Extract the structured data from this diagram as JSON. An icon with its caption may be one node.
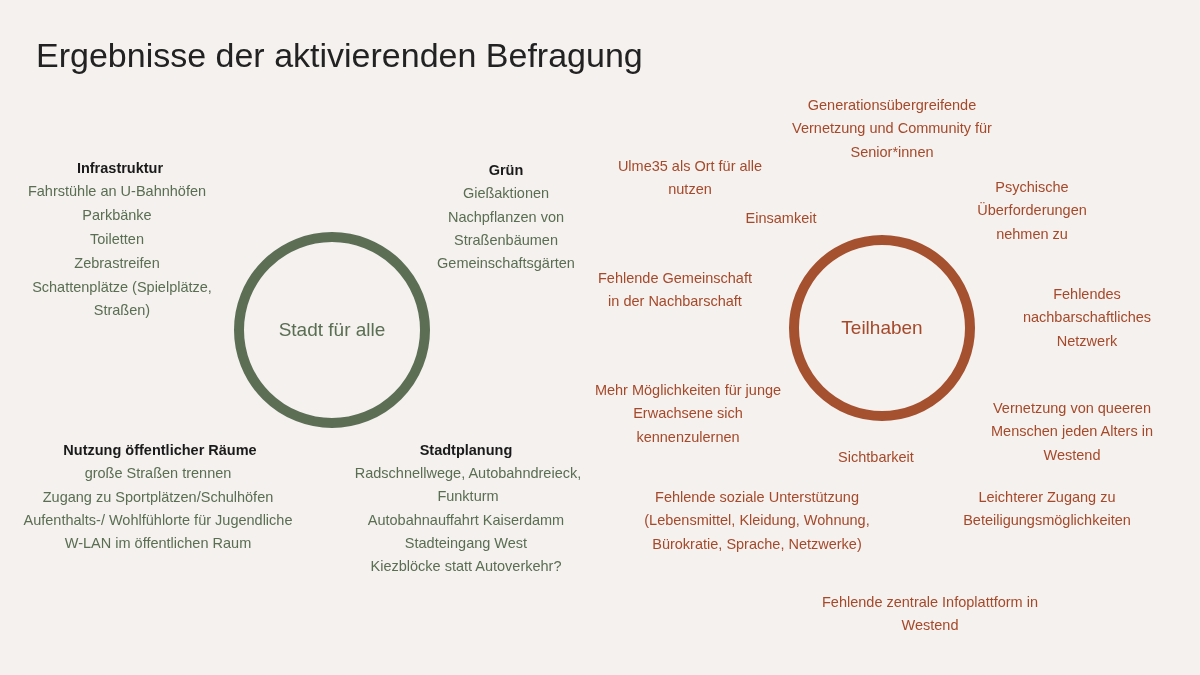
{
  "diagram": {
    "title": "Ergebnisse der aktivierenden Befragung",
    "nodes": [
      {
        "text": [
          "Stadt für alle"
        ]
      },
      {
        "text": [
          "Teilhaben"
        ]
      }
    ],
    "labels": [
      "Infrastruktur",
      "Fahrstühle an U-Bahnhöfen",
      "Parkbänke",
      "Toiletten",
      "Zebrastreifen",
      "Schattenplätze (Spielplätze, Straßen)",
      "Grün",
      "Gießaktionen",
      "Nachpflanzen von Straßenbäumen",
      "Gemeinschaftsgärten",
      "Nutzung öffentlicher Räume",
      "große Straßen trennen",
      "Zugang zu Sportplätzen/Schulhöfen",
      "Aufenthalts-/ Wohlfühlorte für Jugendliche",
      "W-LAN im öffentlichen Raum",
      "Stadtplanung",
      "Radschnellwege, Autobahndreieck, Funkturm",
      "Autobahnauffahrt Kaiserdamm",
      "Stadteingang West",
      "Kiezblöcke statt Autoverkehr?",
      "Generationsübergreifende Vernetzung und Community für Senior*innen",
      "Ulme35 als Ort für alle nutzen",
      "Psychische Überforderungen nehmen zu",
      "Einsamkeit",
      "Fehlende Gemeinschaft in der Nachbarschaft",
      "Fehlendes nachbarschaftliches Netzwerk",
      "Mehr Möglichkeiten für junge Erwachsene sich kennenzulernen",
      "Vernetzung von queeren Menschen jeden Alters in Westend",
      "Sichtbarkeit",
      "Fehlende soziale Unterstützung (Lebensmittel, Kleidung, Wohnung, Bürokratie, Sprache, Netzwerke)",
      "Leichterer Zugang zu Beteiligungsmöglichkeiten",
      "Fehlende zentrale Infoplattform in Westend"
    ]
  }
}
